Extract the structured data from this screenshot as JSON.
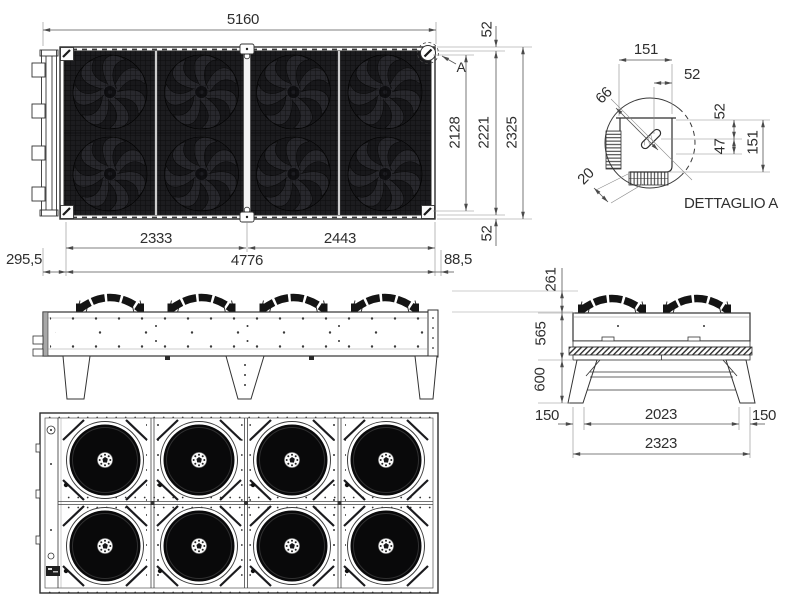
{
  "plan": {
    "overall_width": "5160",
    "top_flange": "52",
    "core_depth": "2128",
    "frame_depth": "2221",
    "overall_depth": "2325",
    "bottom_flange": "52",
    "foot_span_left": "2333",
    "foot_span_right": "2443",
    "foot_span_total": "4776",
    "overhang_left": "295,5",
    "overhang_right": "88,5",
    "detail_marker": "A"
  },
  "detail": {
    "title": "DETTAGLIO A",
    "bracket_width": "151",
    "slot_offset": "52",
    "slot_length": "66",
    "coil_depth": "20",
    "edge_to_slot": "52",
    "slot_to_base": "47",
    "bracket_height": "151"
  },
  "end": {
    "guard_height": "261",
    "casing_height": "565",
    "leg_height": "600",
    "foot_inset_left": "150",
    "feet_span": "2023",
    "foot_inset_right": "150",
    "overall_width": "2323"
  }
}
